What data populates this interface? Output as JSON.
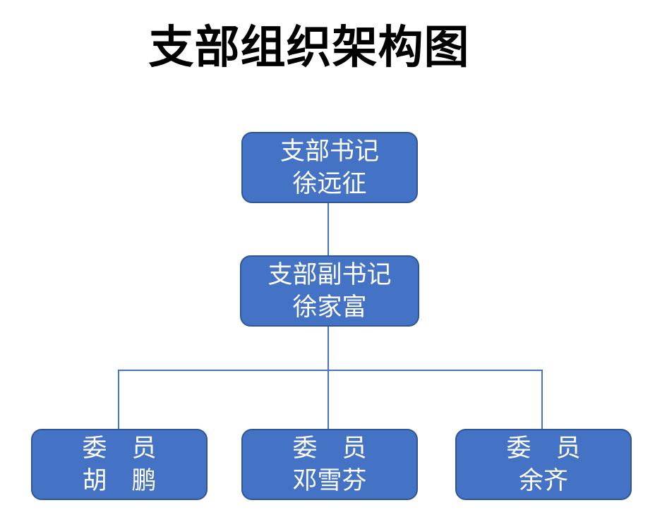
{
  "title": "支部组织架构图",
  "colors": {
    "box_fill": "#4472C4",
    "box_border": "#2F5597",
    "connector": "#4472C4",
    "box_text": "#FFFFFF",
    "title_text": "#000000",
    "background": "#FFFFFF"
  },
  "nodes": [
    {
      "id": "secretary",
      "role": "支部书记",
      "name": "徐远征",
      "reports_to": null
    },
    {
      "id": "deputy-secretary",
      "role": "支部副书记",
      "name": "徐家富",
      "reports_to": "secretary"
    },
    {
      "id": "member-1",
      "role": "委　员",
      "name": "胡　鹏",
      "reports_to": "deputy-secretary"
    },
    {
      "id": "member-2",
      "role": "委　员",
      "name": "邓雪芬",
      "reports_to": "deputy-secretary"
    },
    {
      "id": "member-3",
      "role": "委　员",
      "name": "余齐",
      "reports_to": "deputy-secretary"
    }
  ]
}
